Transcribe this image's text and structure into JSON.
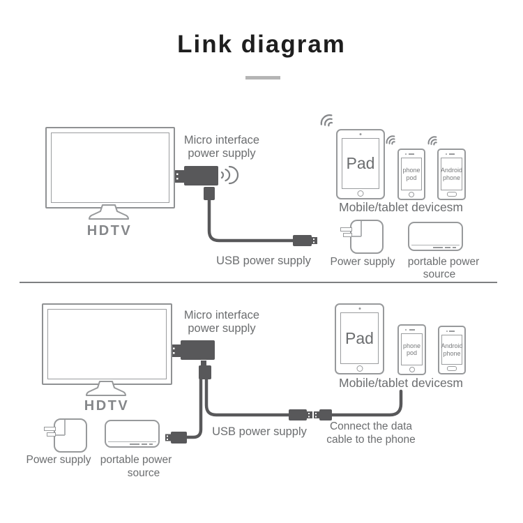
{
  "title": "Link diagram",
  "labels": {
    "hdtv": "HDTV",
    "micro_line1": "Micro interface",
    "micro_line2": "power supply",
    "usb_power": "USB power supply",
    "devices": "Mobile/tablet devicesm",
    "pad": "Pad",
    "phone_line1": "phone",
    "phone_line2": "pod",
    "android_line1": "Android",
    "android_line2": "phone",
    "power_supply": "Power supply",
    "portable_line1": "portable power",
    "portable_line2": "source",
    "connect_line1": "Connect the data",
    "connect_line2": "cable to the phone"
  },
  "colors": {
    "connector_dark": "#58585a",
    "outline_gray": "#97999b",
    "text_gray": "#6b6d6f",
    "title_black": "#1e1e1e",
    "divider_gray": "#7d7f81",
    "title_bar_gray": "#b5b5b5"
  }
}
